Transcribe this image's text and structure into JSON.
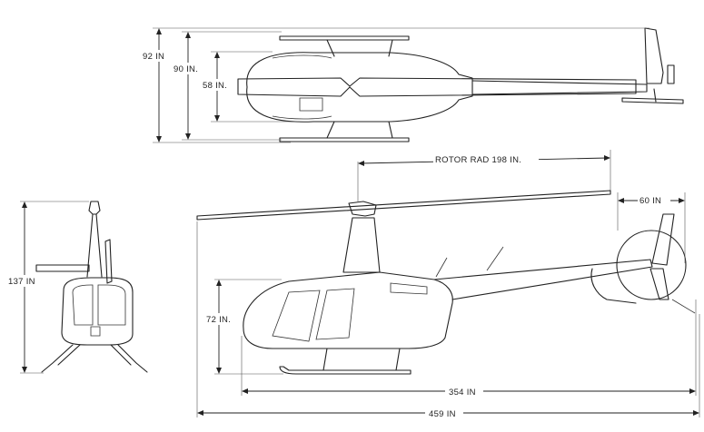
{
  "dimensions": {
    "top_width_92": "92 IN",
    "top_width_90": "90 IN.",
    "top_width_58": "58 IN.",
    "rotor_radius": "ROTOR RAD 198 IN.",
    "tail_rotor_diameter": "60 IN",
    "front_height": "137 IN",
    "cabin_height": "72 IN.",
    "fuselage_length": "354 IN",
    "overall_length": "459 IN"
  }
}
